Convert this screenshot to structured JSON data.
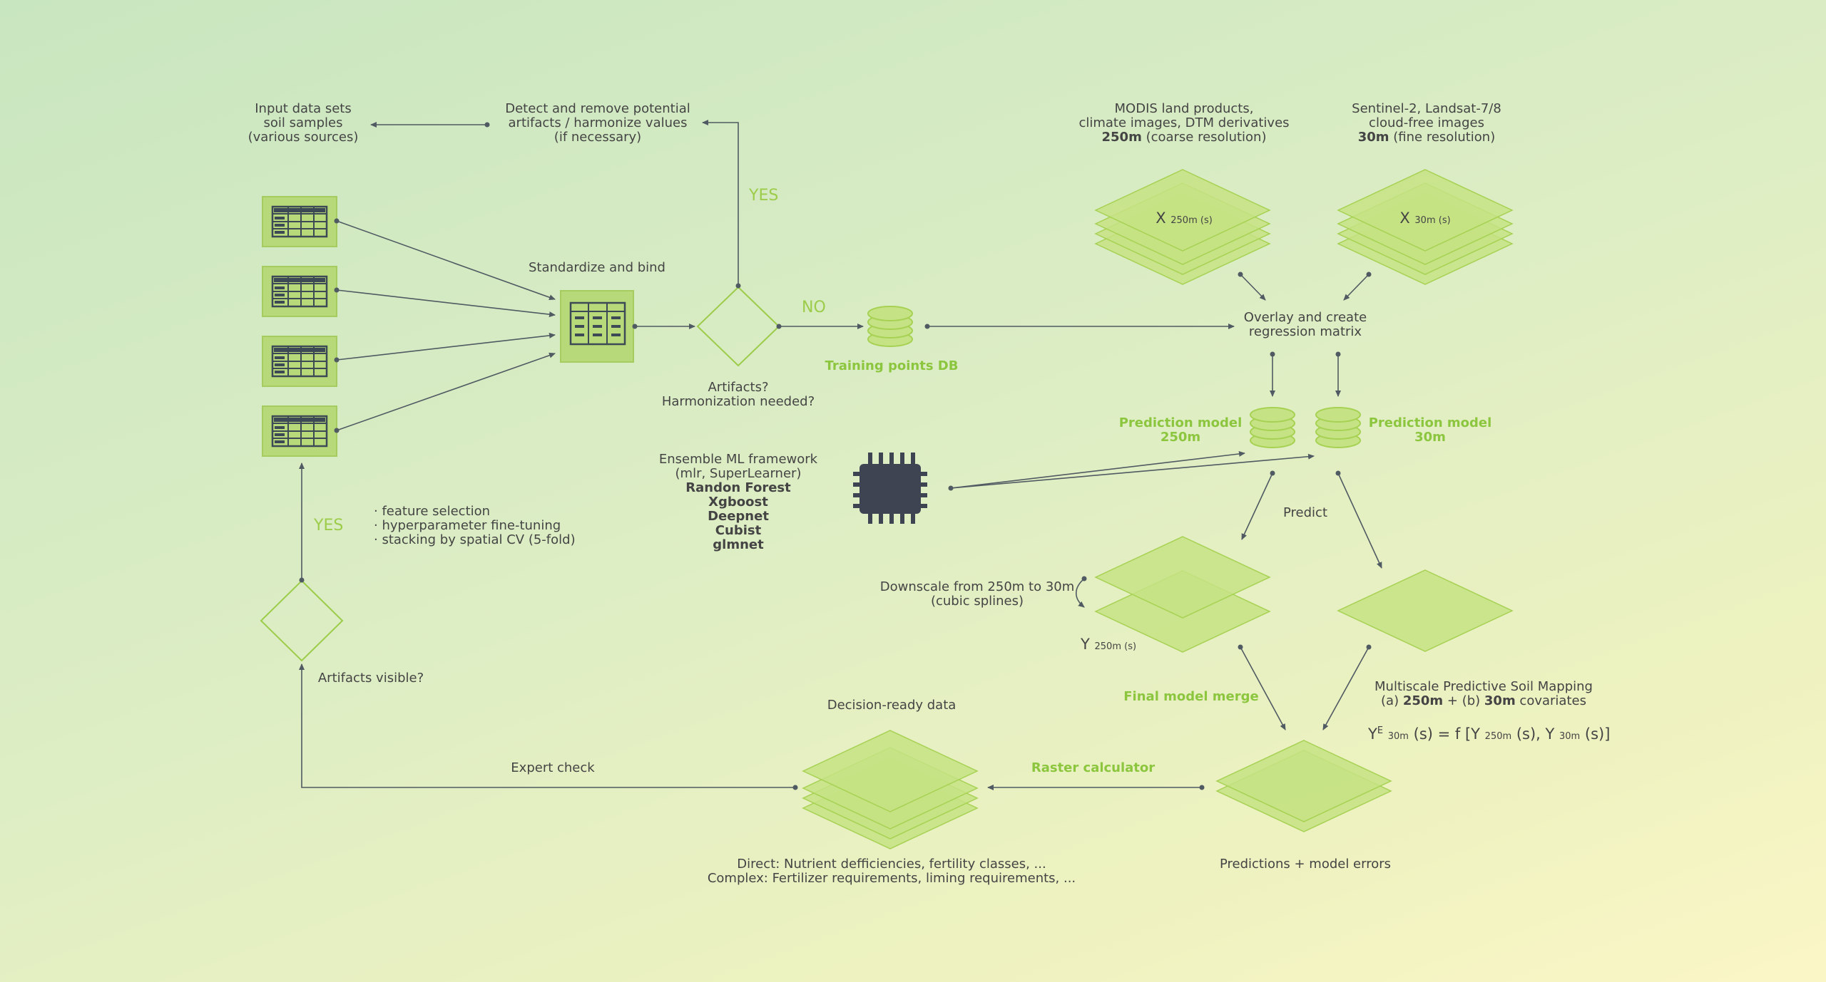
{
  "labels": {
    "input_data": [
      "Input data sets",
      "soil samples",
      "(various sources)"
    ],
    "detect_remove": [
      "Detect and remove potential",
      "artifacts / harmonize values",
      "(if necessary)"
    ],
    "yes_top": "YES",
    "no": "NO",
    "yes_left": "YES",
    "standardize": "Standardize and bind",
    "artifacts_q": [
      "Artifacts?",
      "Harmonization needed?"
    ],
    "training_db": "Training points DB",
    "modis": {
      "lines": [
        "MODIS land products,",
        "climate images, DTM derivatives"
      ],
      "bold": "250m",
      "rest": " (coarse resolution)"
    },
    "sentinel": {
      "lines": [
        "Sentinel-2, Landsat-7/8",
        "cloud-free images"
      ],
      "bold": "30m",
      "rest": " (fine resolution)"
    },
    "x250_main": "X",
    "x250_sub": "250m (s)",
    "x30_main": "X",
    "x30_sub": "30m (s)",
    "overlay": [
      "Overlay and create",
      "regression matrix"
    ],
    "pred_250": [
      "Prediction model",
      "250m"
    ],
    "pred_30": [
      "Prediction model",
      "30m"
    ],
    "ensemble": {
      "lines": [
        "Ensemble ML framework",
        "(mlr, SuperLearner)"
      ],
      "bold_lines": [
        "Randon Forest",
        "Xgboost",
        "Deepnet",
        "Cubist",
        "glmnet"
      ]
    },
    "features": [
      "· feature selection",
      "· hyperparameter fine-tuning",
      "· stacking by spatial CV (5-fold)"
    ],
    "predict": "Predict",
    "downscale": [
      "Downscale from 250m to 30m",
      "(cubic splines)"
    ],
    "y250_main": "Y",
    "y250_sub": "250m (s)",
    "artifacts_visible": "Artifacts visible?",
    "decision_ready": "Decision-ready data",
    "expert_check": "Expert check",
    "raster_calc": "Raster calculator",
    "final_merge": "Final model merge",
    "multiscale": {
      "line1": "Multiscale Predictive Soil Mapping",
      "p1": "(a) ",
      "b1": "250m",
      "p2": " + (b) ",
      "b2": "30m",
      "p3": " covariates"
    },
    "formula": {
      "y": "Y",
      "sup": "E",
      "sub1": "30m",
      "mid": " (s) = f [Y ",
      "sub2": "250m",
      "mid2": " (s), Y ",
      "sub3": "30m",
      "end": " (s)]"
    },
    "predictions_errors": "Predictions + model errors",
    "direct_complex": [
      "Direct: Nutrient defficiencies, fertility classes, ...",
      "Complex: Fertilizer requirements, liming requirements, ..."
    ]
  },
  "colors": {
    "layer_fill": "#c5e384",
    "layer_stroke": "#a7d153",
    "table_bg": "#b7d97a",
    "table_ink": "#3d4a55",
    "chip": "#3f4452",
    "line": "#505a62",
    "diamond_stroke": "#9ccc4a"
  },
  "icons": [
    "table-icon",
    "database-icon",
    "cpu-chip-icon",
    "decision-diamond-icon",
    "raster-stack-icon"
  ]
}
